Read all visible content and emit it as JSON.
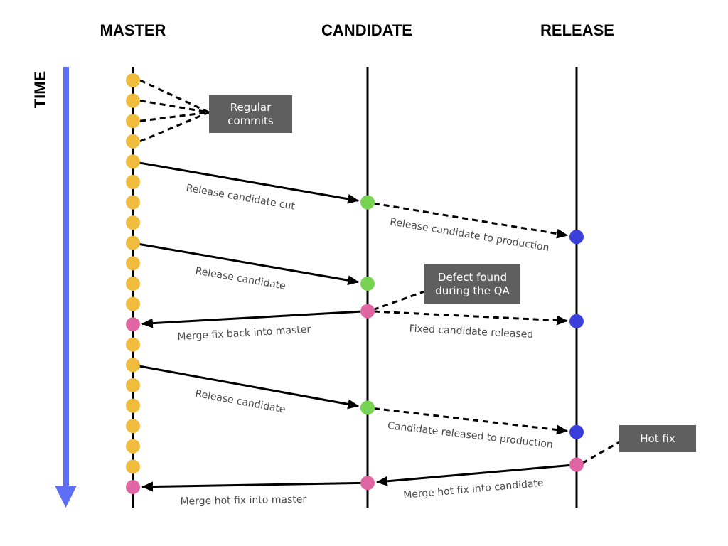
{
  "lanes": [
    {
      "id": "master",
      "label": "MASTER"
    },
    {
      "id": "candidate",
      "label": "CANDIDATE"
    },
    {
      "id": "release",
      "label": "RELEASE"
    }
  ],
  "time_axis": {
    "label": "TIME",
    "color": "#5f6ff5"
  },
  "colors": {
    "commit": "#f0bc3e",
    "candidate": "#77d452",
    "release": "#3a3fdc",
    "fix": "#e066a3",
    "box": "#5f5f5f",
    "line": "#000000"
  },
  "master_commits": [
    "commit",
    "commit",
    "commit",
    "commit",
    "commit",
    "commit",
    "commit",
    "commit",
    "commit",
    "commit",
    "commit",
    "commit",
    "fix",
    "commit",
    "commit",
    "commit",
    "commit",
    "commit",
    "commit",
    "commit",
    "fix"
  ],
  "candidate_nodes": [
    {
      "row": 6,
      "type": "candidate"
    },
    {
      "row": 10,
      "type": "candidate"
    },
    {
      "row": 11.35,
      "type": "fix"
    },
    {
      "row": 16.1,
      "type": "candidate"
    },
    {
      "row": 19.8,
      "type": "fix"
    }
  ],
  "release_nodes": [
    {
      "row": 7.7,
      "type": "release"
    },
    {
      "row": 11.85,
      "type": "release"
    },
    {
      "row": 17.3,
      "type": "release"
    },
    {
      "row": 18.9,
      "type": "fix"
    }
  ],
  "edges": [
    {
      "from": [
        "master",
        4
      ],
      "to": [
        "candidate",
        0
      ],
      "style": "solid",
      "label": "Release candidate cut"
    },
    {
      "from": [
        "candidate",
        0
      ],
      "to": [
        "release",
        0
      ],
      "style": "dashed",
      "label": "Release candidate to production"
    },
    {
      "from": [
        "master",
        8
      ],
      "to": [
        "candidate",
        1
      ],
      "style": "solid",
      "label": "Release candidate"
    },
    {
      "from": [
        "candidate",
        2
      ],
      "to": [
        "master",
        12
      ],
      "style": "solid",
      "label": "Merge fix back into master"
    },
    {
      "from": [
        "candidate",
        2
      ],
      "to": [
        "release",
        1
      ],
      "style": "dashed",
      "label": "Fixed candidate released"
    },
    {
      "from": [
        "master",
        14
      ],
      "to": [
        "candidate",
        3
      ],
      "style": "solid",
      "label": "Release candidate"
    },
    {
      "from": [
        "candidate",
        3
      ],
      "to": [
        "release",
        2
      ],
      "style": "dashed",
      "label": "Candidate released to production"
    },
    {
      "from": [
        "release",
        3
      ],
      "to": [
        "candidate",
        4
      ],
      "style": "solid",
      "label": "Merge hot fix into candidate"
    },
    {
      "from": [
        "candidate",
        4
      ],
      "to": [
        "master",
        20
      ],
      "style": "solid",
      "label": "Merge hot fix into master"
    }
  ],
  "callouts": [
    {
      "name": "regular-commits",
      "lines": [
        "Regular",
        "commits"
      ]
    },
    {
      "name": "defect-found",
      "lines": [
        "Defect found",
        "during the QA"
      ]
    },
    {
      "name": "hot-fix",
      "lines": [
        "Hot fix"
      ]
    }
  ]
}
